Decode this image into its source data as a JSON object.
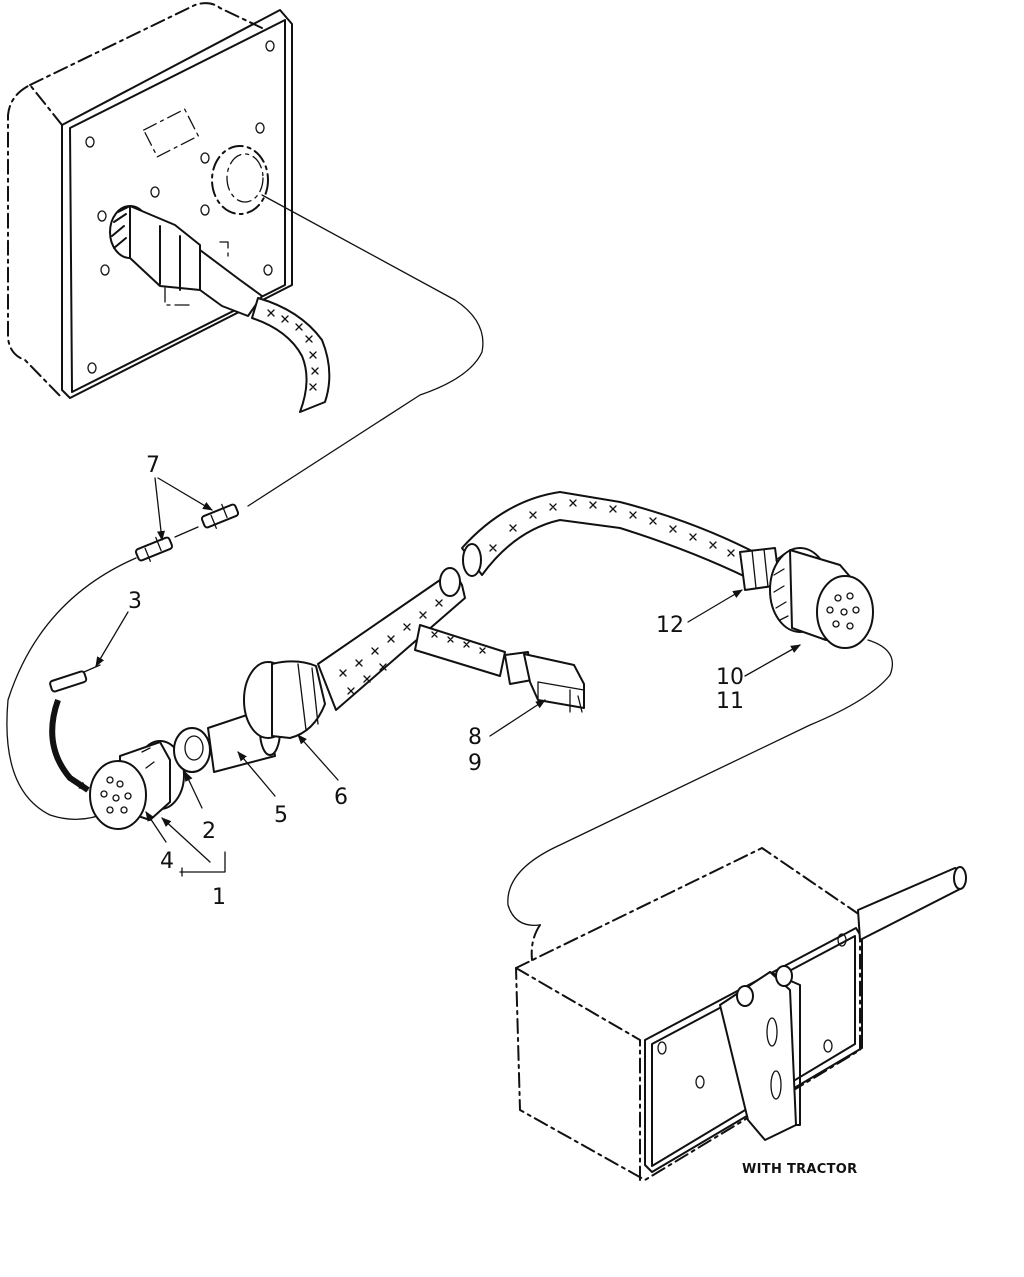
{
  "callouts": {
    "c1": "1",
    "c2": "2",
    "c3": "3",
    "c4": "4",
    "c5": "5",
    "c6": "6",
    "c7": "7",
    "c8": "8",
    "c9": "9",
    "c10": "10",
    "c11": "11",
    "c12": "12"
  },
  "caption": "WITH TRACTOR"
}
